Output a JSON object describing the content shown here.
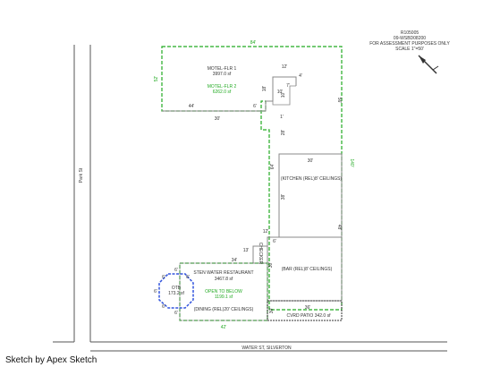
{
  "app": {
    "footer": "Sketch by Apex Sketch"
  },
  "colors": {
    "line": "#555555",
    "area_green": "#22aa22",
    "octagon_blue": "#3355dd",
    "text": "#333333"
  },
  "header": {
    "line1": "R105005",
    "line2": "09-WSBD08200",
    "line3": "FOR ASSESSMENT PURPOSES ONLY",
    "line4": "SCALE 1\"=50'",
    "icon": "north-arrow-icon"
  },
  "streets": {
    "park": "Park St",
    "water": "WATER ST, SILVERTON"
  },
  "areas": {
    "motel_flr1": {
      "name": "MOTEL-FLR 1",
      "size": "3997.0 sf"
    },
    "motel_flr2": {
      "name": "MOTEL-FLR 2",
      "size": "6262.0 sf"
    },
    "kitchen": {
      "name": "(KITCHEN (REL)8' CEILINGS)"
    },
    "bar": {
      "name": "(BAR (REL)8' CEILINGS)"
    },
    "checker": {
      "name": "CHECKER"
    },
    "restaurant": {
      "name": "STEN WATER RESTAURANT",
      "size": "3467.8 sf"
    },
    "open_below": {
      "name": "OPEN TO BELOW",
      "size": "1199.1 sf"
    },
    "dining": {
      "name": "(DINING (REL)20' CEILINGS)"
    },
    "otb": {
      "name": "OTB",
      "size": "173.2 sf"
    },
    "patio": {
      "name": "CVRD PATIO",
      "size": "342.0 sf"
    }
  },
  "dimensions": {
    "top": "84'",
    "left_motel": "52'",
    "right_green": "140'",
    "notch_top": "12'",
    "notch_r1": "4'",
    "notch_r2": "7'",
    "notch_l": "10'",
    "notch_b": "10'",
    "notch_v": "18'",
    "motel_bottom": "44'",
    "step": "6'",
    "motel_inner": "30'",
    "right_upper": "56'",
    "connector": "1'",
    "side_28": "28'",
    "side_64": "64'",
    "kitchen_top": "30'",
    "kitchen_left": "38'",
    "right_mid": "48'",
    "step_12": "12'",
    "step_6": "6'",
    "checker_13": "13'",
    "bar_left": "30'",
    "restaurant_top": "34'",
    "restaurant_bottom": "42'",
    "patio_top": "36'",
    "patio_left": "30'",
    "oct_1": "6'",
    "oct_2": "6'",
    "oct_3": "6'",
    "oct_4": "6'",
    "oct_5": "6'",
    "oct_6": "6'"
  }
}
